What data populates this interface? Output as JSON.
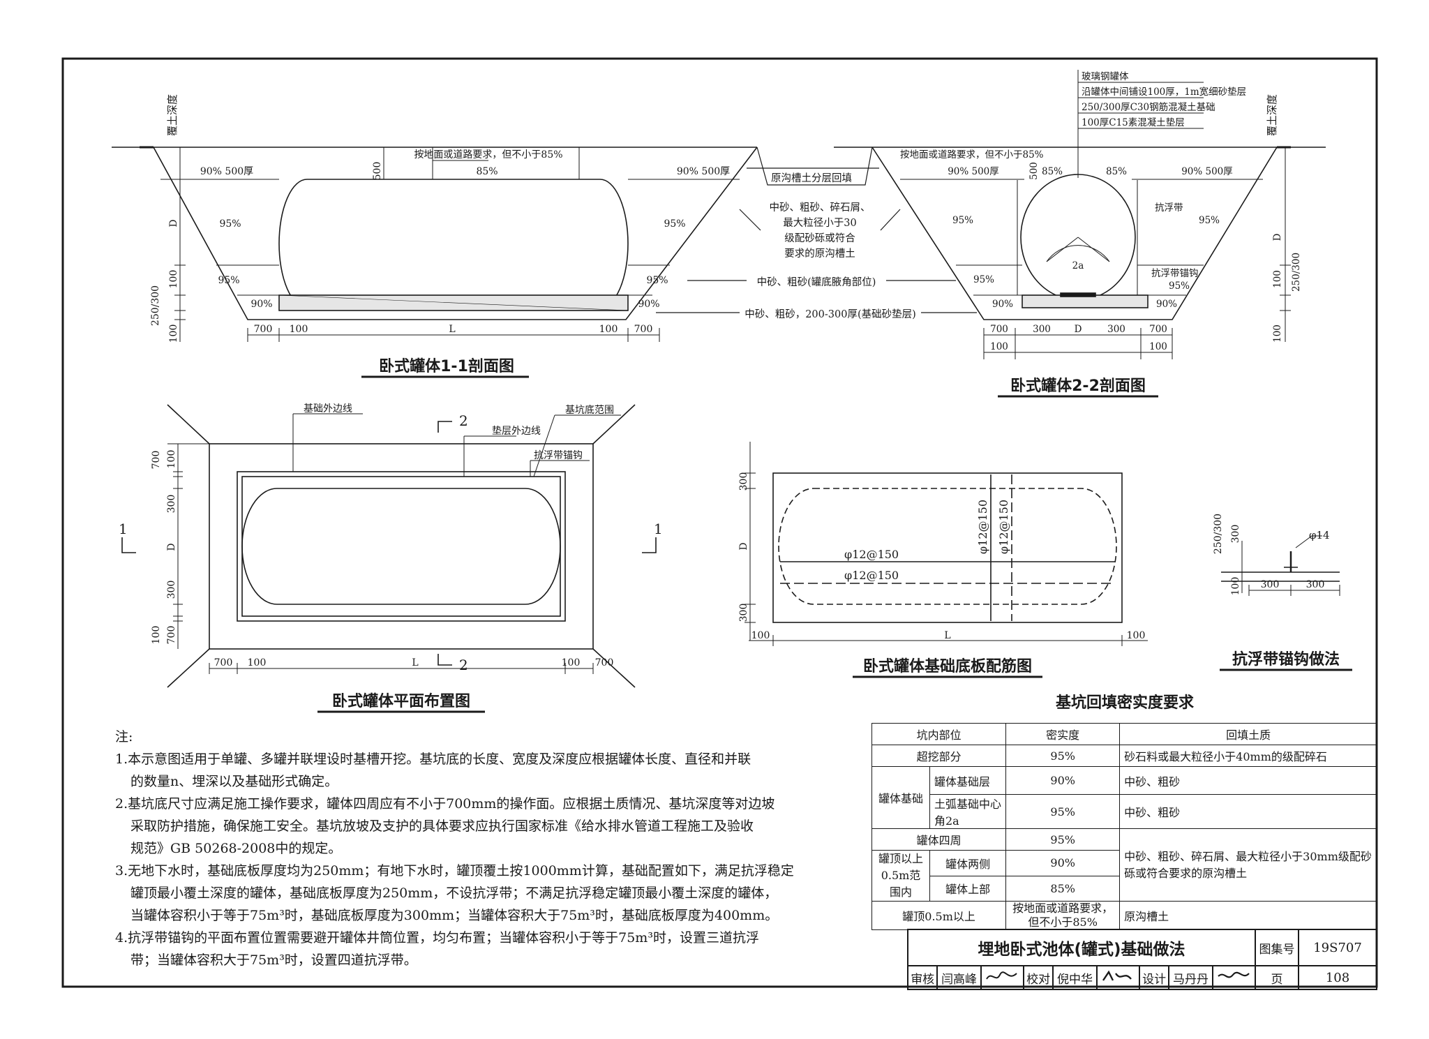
{
  "sec11": {
    "labels": {
      "cover": "覆土深度",
      "top_req": "按地面或道路要求，但不小于85%",
      "p90_500": "90%  500厚",
      "p85": "85%",
      "p90_500r": "90%  500厚",
      "p95l": "95%",
      "p95r": "95%",
      "p95bl": "95%",
      "p95br": "95%",
      "p90bl": "90%",
      "p90br": "90%"
    },
    "dims": {
      "d500": "500",
      "dD": "D",
      "d100a": "100",
      "d250": "250/300",
      "d100b": "100",
      "b700a": "700",
      "b100a": "100",
      "bL": "L",
      "b100b": "100",
      "b700b": "700"
    },
    "title": "卧式罐体1-1剖面图"
  },
  "middle": {
    "backfill": "原沟槽土分层回填",
    "mat1": "中砂、粗砂、碎石屑、",
    "mat2": "最大粒径小于30",
    "mat3": "级配砂砾或符合",
    "mat4": "要求的原沟槽土",
    "mid1": "中砂、粗砂(罐底腋角部位)",
    "mid2": "中砂、粗砂，200-300厚(基础砂垫层)"
  },
  "sec22": {
    "callouts": [
      "玻璃钢罐体",
      "沿罐体中间铺设100厚，1m宽细砂垫层",
      "250/300厚C30钢筋混凝土基础",
      "100厚C15素混凝土垫层"
    ],
    "labels": {
      "cover": "覆土深度",
      "top_req": "按地面或道路要求，但不小于85%",
      "p90_500l": "90%  500厚",
      "p85a": "85%",
      "p85b": "85%",
      "p90_500r": "90%  500厚",
      "d500": "500",
      "p95l": "95%",
      "p95r": "95%",
      "strap": "抗浮带",
      "anchor": "抗浮带锚钩",
      "p95a": "95%",
      "p95bl": "95%",
      "p90bl": "90%",
      "p90br": "90%",
      "angle": "2a"
    },
    "dims": {
      "b700a": "700",
      "b300a": "300",
      "bD": "D",
      "b300b": "300",
      "b700b": "700",
      "b100a": "100",
      "b100b": "100",
      "rD": "D",
      "r100": "100",
      "r250": "250/300",
      "r100b": "100"
    },
    "title": "卧式罐体2-2剖面图"
  },
  "plan": {
    "labels": {
      "found": "基础外边线",
      "cushion": "垫层外边线",
      "pit": "基坑底范围",
      "anchor": "抗浮带锚钩",
      "cut2": "2",
      "cut1l": "1",
      "cut1r": "1",
      "cut2b": "2"
    },
    "dims": {
      "v100a": "100",
      "v700a": "700",
      "v300a": "300",
      "vD": "D",
      "v300b": "300",
      "v700b": "700",
      "v100b": "100",
      "h700a": "700",
      "h100a": "100",
      "hL": "L",
      "h100b": "100",
      "h700b": "700"
    },
    "title": "卧式罐体平面布置图"
  },
  "rebar": {
    "labels": {
      "r1": "φ12@150",
      "r2": "φ12@150",
      "r3": "φ12@150",
      "r4": "φ12@150"
    },
    "dims": {
      "v300a": "300",
      "vD": "D",
      "v300b": "300",
      "h100a": "100",
      "hL": "L",
      "h100b": "100"
    },
    "title": "卧式罐体基础底板配筋图"
  },
  "anchor": {
    "labels": {
      "phi": "φ14",
      "d250": "250/300",
      "d300": "300",
      "d100": "100",
      "h300a": "300",
      "h300b": "300"
    },
    "title": "抗浮带锚钩做法"
  },
  "notes": {
    "head": "注:",
    "n1a": "1.本示意图适用于单罐、多罐并联埋设时基槽开挖。基坑底的长度、宽度及深度应根据罐体长度、直径和并联",
    "n1b": "的数量n、埋深以及基础形式确定。",
    "n2a": "2.基坑底尺寸应满足施工操作要求，罐体四周应有不小于700mm的操作面。应根据土质情况、基坑深度等对边坡",
    "n2b": "采取防护措施，确保施工安全。基坑放坡及支护的具体要求应执行国家标准《给水排水管道工程施工及验收",
    "n2c": "规范》GB 50268-2008中的规定。",
    "n3a": "3.无地下水时，基础底板厚度均为250mm；有地下水时，罐顶覆土按1000mm计算，基础配置如下，满足抗浮稳定",
    "n3b": "罐顶最小覆土深度的罐体，基础底板厚度为250mm，不设抗浮带；不满足抗浮稳定罐顶最小覆土深度的罐体，",
    "n3c": "当罐体容积小于等于75m³时，基础底板厚度为300mm；当罐体容积大于75m³时，基础底板厚度为400mm。",
    "n4a": "4.抗浮带锚钩的平面布置位置需要避开罐体井筒位置，均匀布置；当罐体容积小于等于75m³时，设置三道抗浮",
    "n4b": "带；当罐体容积大于75m³时，设置四道抗浮带。"
  },
  "table": {
    "title": "基坑回填密实度要求",
    "h1": "坑内部位",
    "h2": "密实度",
    "h3": "回填土质",
    "r1a": "超挖部分",
    "r1b": "95%",
    "r1c": "砂石料或最大粒径小于40mm的级配碎石",
    "g1": "罐体基础",
    "r2a": "罐体基础层",
    "r2b": "90%",
    "r2c": "中砂、粗砂",
    "r3a": "土弧基础中心角2a",
    "r3b": "95%",
    "r3c": "中砂、粗砂",
    "r4a": "罐体四周",
    "r4b": "95%",
    "r4c": "中砂、粗砂、碎石屑、最大粒径小于30mm级配砂砾或符合要求的原沟槽土",
    "g2": "罐顶以上0.5m范围内",
    "r5a": "罐体两侧",
    "r5b": "90%",
    "r6a": "罐体上部",
    "r6b": "85%",
    "r7a": "罐顶0.5m以上",
    "r7b": "按地面或道路要求，但不小于85%",
    "r7c": "原沟槽土"
  },
  "titleblock": {
    "title": "埋地卧式池体(罐式)基础做法",
    "atlas_label": "图集号",
    "atlas_no": "19S707",
    "review": "审核",
    "reviewer": "闫高峰",
    "check": "校对",
    "checker": "倪中华",
    "design": "设计",
    "designer": "马丹丹",
    "page_label": "页",
    "page_no": "108"
  }
}
